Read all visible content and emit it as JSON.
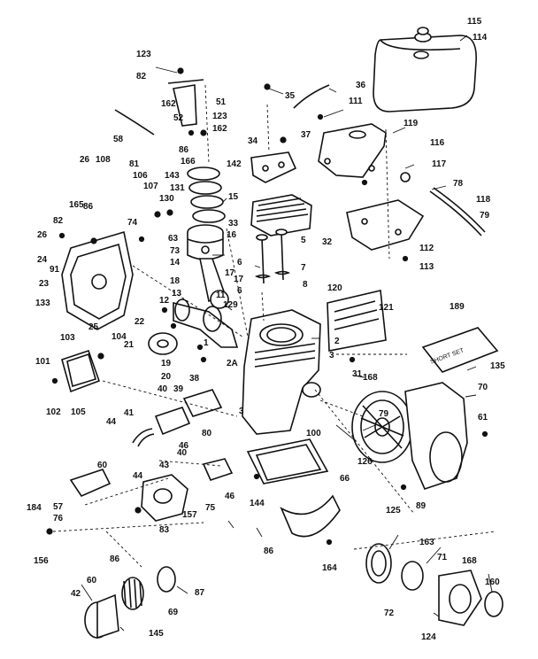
{
  "diagram": {
    "callouts": [
      "115",
      "114",
      "123",
      "82",
      "162",
      "51",
      "123",
      "162",
      "52",
      "58",
      "86",
      "166",
      "142",
      "35",
      "36",
      "111",
      "34",
      "37",
      "119",
      "116",
      "117",
      "78",
      "26",
      "108",
      "81",
      "106",
      "107",
      "143",
      "131",
      "15",
      "130",
      "33",
      "165",
      "86",
      "74",
      "63",
      "73",
      "14",
      "16",
      "118",
      "79",
      "32",
      "112",
      "113",
      "82",
      "26",
      "24",
      "91",
      "23",
      "133",
      "18",
      "13",
      "12",
      "11",
      "129",
      "17",
      "5",
      "7",
      "6",
      "8",
      "120",
      "121",
      "189",
      "17",
      "6",
      "25",
      "103",
      "104",
      "22",
      "21",
      "1",
      "2",
      "101",
      "19",
      "20",
      "2A",
      "40",
      "39",
      "3",
      "31",
      "168",
      "135",
      "38",
      "70",
      "61",
      "102",
      "105",
      "44",
      "41",
      "80",
      "100",
      "79",
      "46",
      "126",
      "40",
      "43",
      "44",
      "66",
      "60",
      "75",
      "46",
      "3",
      "144",
      "125",
      "89",
      "184",
      "57",
      "76",
      "157",
      "83",
      "86",
      "164",
      "168",
      "156",
      "163",
      "71",
      "86",
      "60",
      "87",
      "72",
      "42",
      "69",
      "145",
      "124",
      "160"
    ],
    "plate_text": "SHORT SET"
  }
}
